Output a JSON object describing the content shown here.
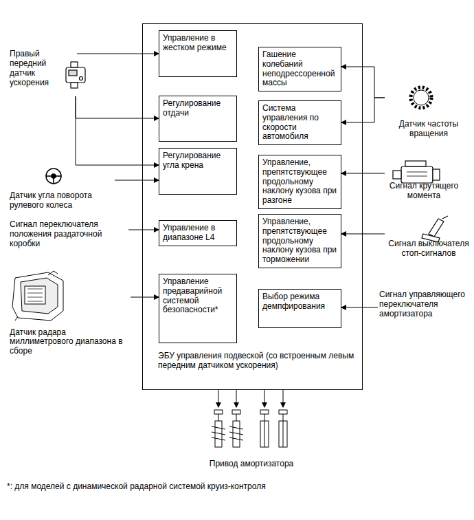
{
  "diagram": {
    "nodes": [
      {
        "text": [
          "ЭБУ управления подвеской (со встроенным левым передним датчиком ускорения)"
        ]
      },
      {
        "text": [
          "Управление в жестком режиме"
        ],
        "in": 0
      },
      {
        "text": [
          "Регулирование отдачи"
        ],
        "in": 0
      },
      {
        "text": [
          "Регулирование угла крена"
        ],
        "in": 0
      },
      {
        "text": [
          "Управление в диапазоне L4"
        ],
        "in": 0
      },
      {
        "text": [
          "Управление предаварийной системой безопасности*"
        ],
        "in": 0
      },
      {
        "text": [
          "Гашение колебаний неподрессоренной массы"
        ],
        "in": 0
      },
      {
        "text": [
          "Система управления по скорости автомобиля"
        ],
        "in": 0
      },
      {
        "text": [
          "Управление, препятствующее продольному наклону кузова при разгоне"
        ],
        "in": 0
      },
      {
        "text": [
          "Управление, препятствующее продольному наклону кузова при торможении"
        ],
        "in": 0
      },
      {
        "text": [
          "Выбор режима демпфирования"
        ],
        "in": 0
      },
      {
        "text": [
          "Правый передний датчик ускорения"
        ]
      },
      {
        "text": [
          "Датчик угла поворота рулевого колеса"
        ]
      },
      {
        "text": [
          "Сигнал переключателя положения раздаточной коробки"
        ]
      },
      {
        "text": [
          "Датчик радара миллиметрового диапазона в сборе"
        ]
      },
      {
        "text": [
          "Датчик частоты вращения"
        ]
      },
      {
        "text": [
          "Сигнал крутящего момента"
        ]
      },
      {
        "text": [
          "Сигнал выключателя стоп-сигналов"
        ]
      },
      {
        "text": [
          "Сигнал управляющего переключателя амортизатора"
        ]
      },
      {
        "text": [
          "Привод амортизатора"
        ]
      }
    ],
    "edges": [
      {
        "from": 11,
        "to": 1,
        "arrow": "to"
      },
      {
        "from": 11,
        "to": 2,
        "arrow": "to"
      },
      {
        "from": 11,
        "to": 3,
        "arrow": "to"
      },
      {
        "from": 12,
        "to": 3,
        "arrow": "to"
      },
      {
        "from": 13,
        "to": 4,
        "arrow": "to"
      },
      {
        "from": 14,
        "to": 5,
        "arrow": "to"
      },
      {
        "from": 15,
        "to": 6,
        "arrow": "to"
      },
      {
        "from": 15,
        "to": 7,
        "arrow": "to"
      },
      {
        "from": 16,
        "to": 8,
        "arrow": "to"
      },
      {
        "from": 17,
        "to": 9,
        "arrow": "to"
      },
      {
        "from": 18,
        "to": 10,
        "arrow": "to"
      },
      {
        "from": 0,
        "to": 19,
        "arrow": "to"
      },
      {
        "from": 0,
        "to": 19,
        "arrow": "to"
      },
      {
        "from": 0,
        "to": 19,
        "arrow": "to"
      },
      {
        "from": 0,
        "to": 19,
        "arrow": "to"
      }
    ],
    "labels": [
      "*: для моделей с динамической радарной системой круиз-контроля"
    ]
  }
}
